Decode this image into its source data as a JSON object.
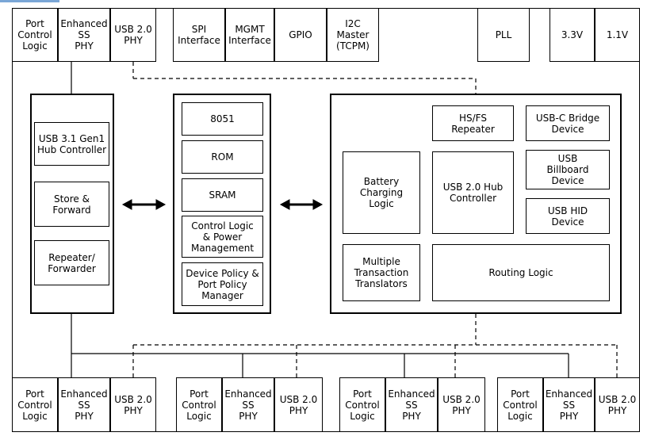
{
  "top_blocks": {
    "port_control_logic": "Port\nControl\nLogic",
    "enhanced_ss_phy": "Enhanced\nSS\nPHY",
    "usb20_phy": "USB 2.0\nPHY",
    "spi_interface": "SPI\nInterface",
    "mgmt_interface": "MGMT\nInterface",
    "gpio": "GPIO",
    "i2c_master": "I2C\nMaster\n(TCPM)",
    "pll": "PLL",
    "v33": "3.3V",
    "v11": "1.1V"
  },
  "left_panel": {
    "hub_controller": "USB 3.1 Gen1\nHub Controller",
    "store_forward": "Store &\nForward",
    "repeater_forwarder": "Repeater/\nForwarder"
  },
  "middle_panel": {
    "cpu_8051": "8051",
    "rom": "ROM",
    "sram": "SRAM",
    "control_logic_power": "Control Logic\n& Power\nManagement",
    "device_port_policy": "Device Policy &\nPort Policy\nManager"
  },
  "right_panel": {
    "hsfs_repeater": "HS/FS\nRepeater",
    "usbc_bridge": "USB-C Bridge\nDevice",
    "battery_charging": "Battery\nCharging\nLogic",
    "usb20_hub_controller": "USB 2.0 Hub\nController",
    "usb_billboard": "USB\nBillboard\nDevice",
    "usb_hid": "USB HID\nDevice",
    "multiple_tt": "Multiple\nTransaction\nTranslators",
    "routing_logic": "Routing Logic"
  },
  "bottom_ports": [
    {
      "port_control": "Port\nControl\nLogic",
      "enhanced_ss_phy": "Enhanced\nSS\nPHY",
      "usb20_phy": "USB 2.0\nPHY"
    },
    {
      "port_control": "Port\nControl\nLogic",
      "enhanced_ss_phy": "Enhanced\nSS\nPHY",
      "usb20_phy": "USB 2.0\nPHY"
    },
    {
      "port_control": "Port\nControl\nLogic",
      "enhanced_ss_phy": "Enhanced\nSS\nPHY",
      "usb20_phy": "USB 2.0\nPHY"
    },
    {
      "port_control": "Port\nControl\nLogic",
      "enhanced_ss_phy": "Enhanced\nSS\nPHY",
      "usb20_phy": "USB 2.0\nPHY"
    }
  ]
}
